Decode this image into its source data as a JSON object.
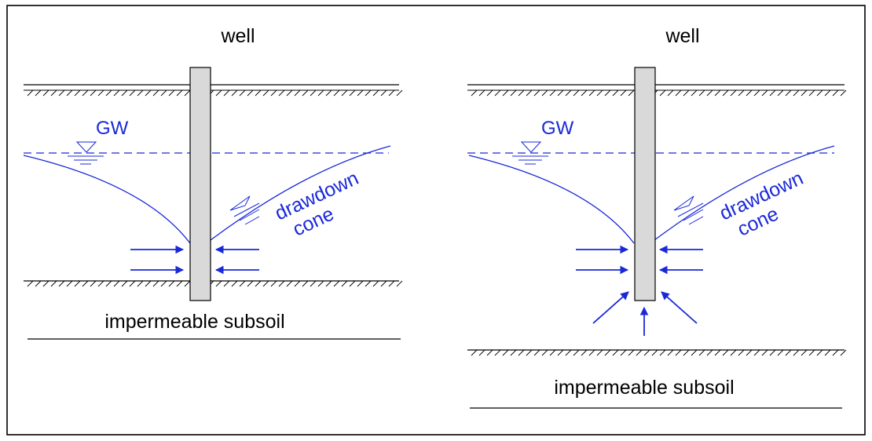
{
  "colors": {
    "groundwater": "#1a28d8",
    "ink": "#000000",
    "well_fill": "#d9d9d9",
    "background": "#ffffff"
  },
  "icons": [
    "water-table-triangle-icon",
    "flow-arrow-icon",
    "ground-hatch-icon"
  ],
  "panels": [
    {
      "well_label": "well",
      "gw_label": "GW",
      "cone_label_1": "drawdown",
      "cone_label_2": "cone",
      "subsoil_label": "impermeable subsoil"
    },
    {
      "well_label": "well",
      "gw_label": "GW",
      "cone_label_1": "drawdown",
      "cone_label_2": "cone",
      "subsoil_label": "impermeable subsoil"
    }
  ]
}
